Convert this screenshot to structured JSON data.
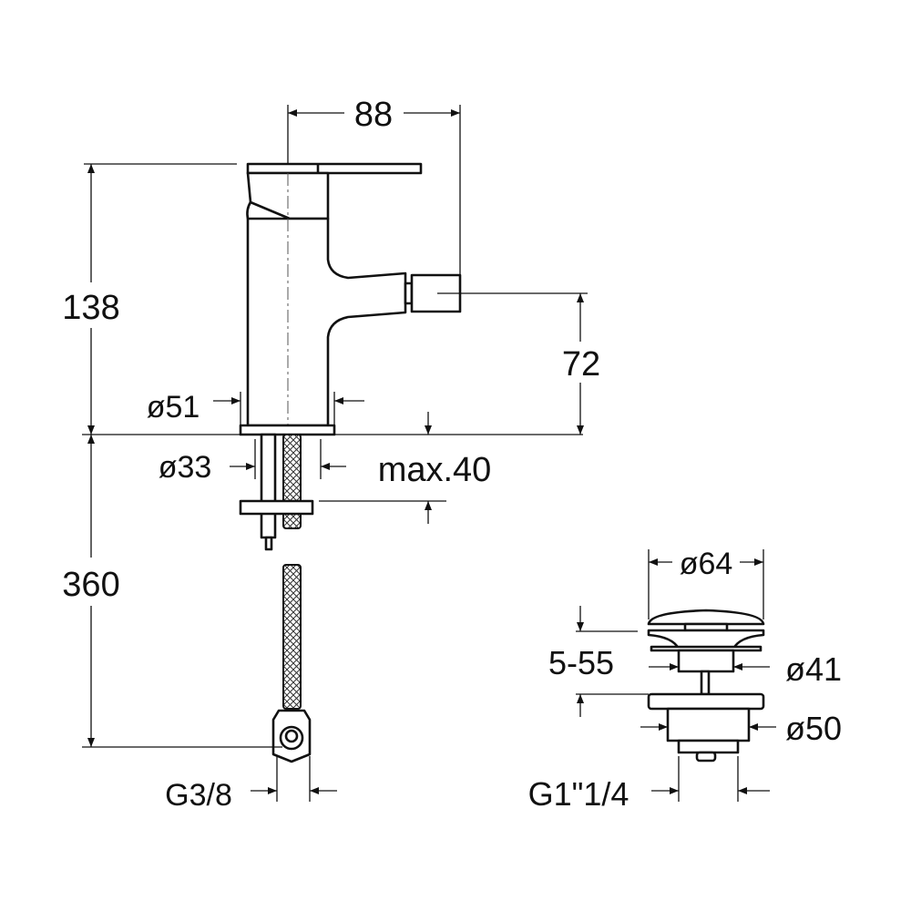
{
  "drawing": {
    "title": "Bidet mixer technical drawing",
    "dimensions": {
      "width_88": "88",
      "height_138": "138",
      "spout_72": "72",
      "body_dia": "ø51",
      "shank_dia": "ø33",
      "max_deck": "max.40",
      "hose_360": "360",
      "hose_thread": "G3/8"
    },
    "waste": {
      "cap_dia": "ø64",
      "range": "5-55",
      "body_dia": "ø41",
      "flange_dia": "ø50",
      "thread": "G1\"1/4"
    },
    "colors": {
      "line": "#111111",
      "background": "#ffffff"
    }
  }
}
